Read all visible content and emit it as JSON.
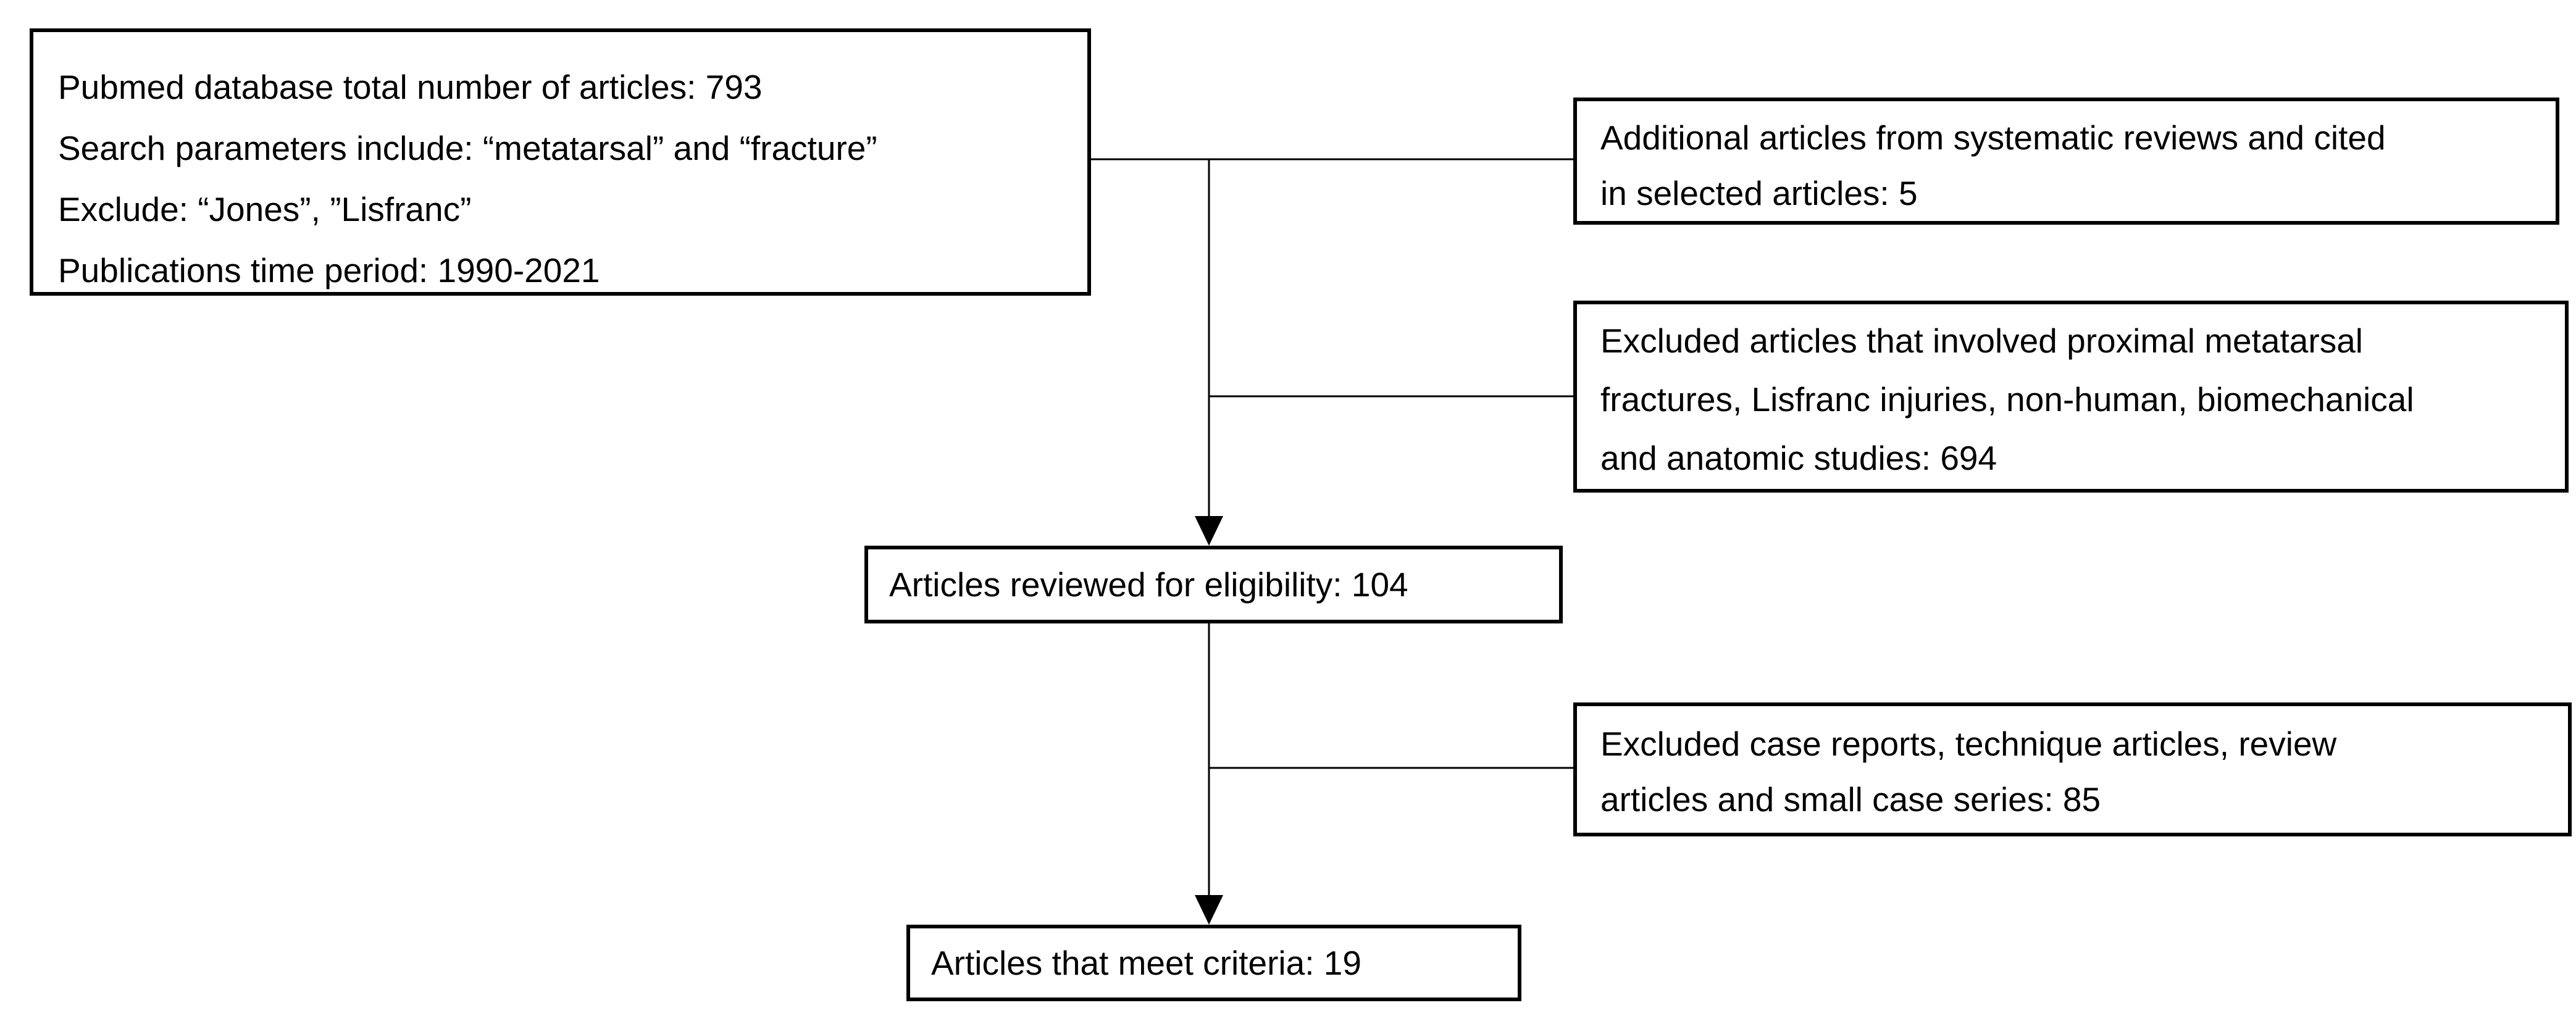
{
  "flowchart": {
    "background_color": "#ffffff",
    "line_color": "#000000",
    "text_color": "#000000",
    "boxes": [
      {
        "name": "pubmed-search",
        "lines": [
          "Pubmed database total number of articles: 793",
          "Search parameters include: “metatarsal” and “fracture”",
          "Exclude: “Jones”, ”Lisfranc”",
          "Publications time period: 1990-2021"
        ]
      },
      {
        "name": "additional-articles",
        "lines": [
          "Additional articles from systematic reviews and cited",
          "in selected articles: 5"
        ]
      },
      {
        "name": "excluded-proximal",
        "lines": [
          "Excluded articles that involved proximal metatarsal",
          "fractures, Lisfranc injuries, non-human, biomechanical",
          "and anatomic studies: 694"
        ]
      },
      {
        "name": "reviewed-eligibility",
        "lines": [
          "Articles reviewed for eligibility: 104"
        ]
      },
      {
        "name": "excluded-case-reports",
        "lines": [
          "Excluded case reports, technique articles, review",
          "articles and small case series: 85"
        ]
      },
      {
        "name": "meet-criteria",
        "lines": [
          "Articles that meet criteria: 19"
        ]
      }
    ]
  }
}
